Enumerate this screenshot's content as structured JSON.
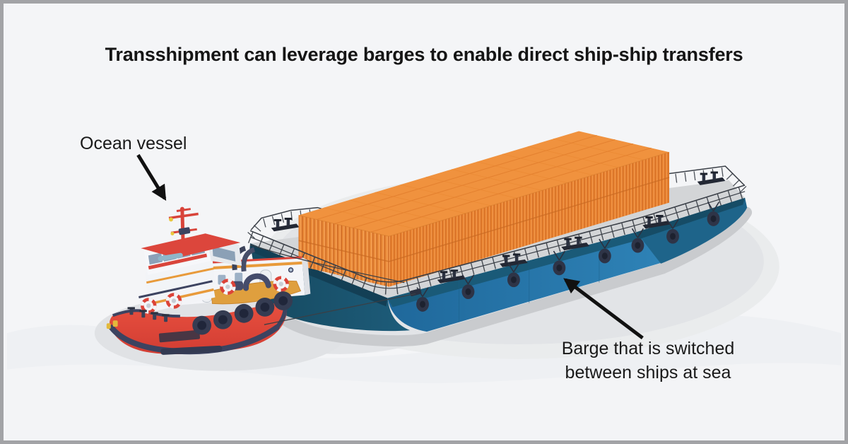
{
  "title": "Transshipment can leverage barges to enable direct ship-ship transfers",
  "annotations": {
    "ocean_vessel": {
      "text": "Ocean vessel"
    },
    "barge": {
      "text": "Barge that is switched\nbetween ships at sea"
    }
  },
  "scene": {
    "alt": "Low-poly 3D illustration of a red and white tugboat towing a large blue barge loaded with two tiers of orange shipping containers at sea",
    "objects": [
      "tugboat",
      "towline",
      "container-barge",
      "container-stack"
    ],
    "colors": {
      "background": "#F4F5F7",
      "frame_border": "#A2A3A6",
      "text": "#151515",
      "arrow": "#111111",
      "container_top": "#F0923E",
      "container_side": "#E8822F",
      "container_end": "#EA8B38",
      "barge_hull_blue": "#2373A6",
      "barge_sheer_band": "#1A5A78",
      "barge_deck_gray": "#D3D5D7",
      "tug_hull_red": "#E0463B",
      "tug_trim_navy": "#3C4360",
      "tug_superstructure_white": "#F4F5F8",
      "tug_deck_orange": "#DF9F3E",
      "shadow": "#E2E4E7"
    }
  }
}
